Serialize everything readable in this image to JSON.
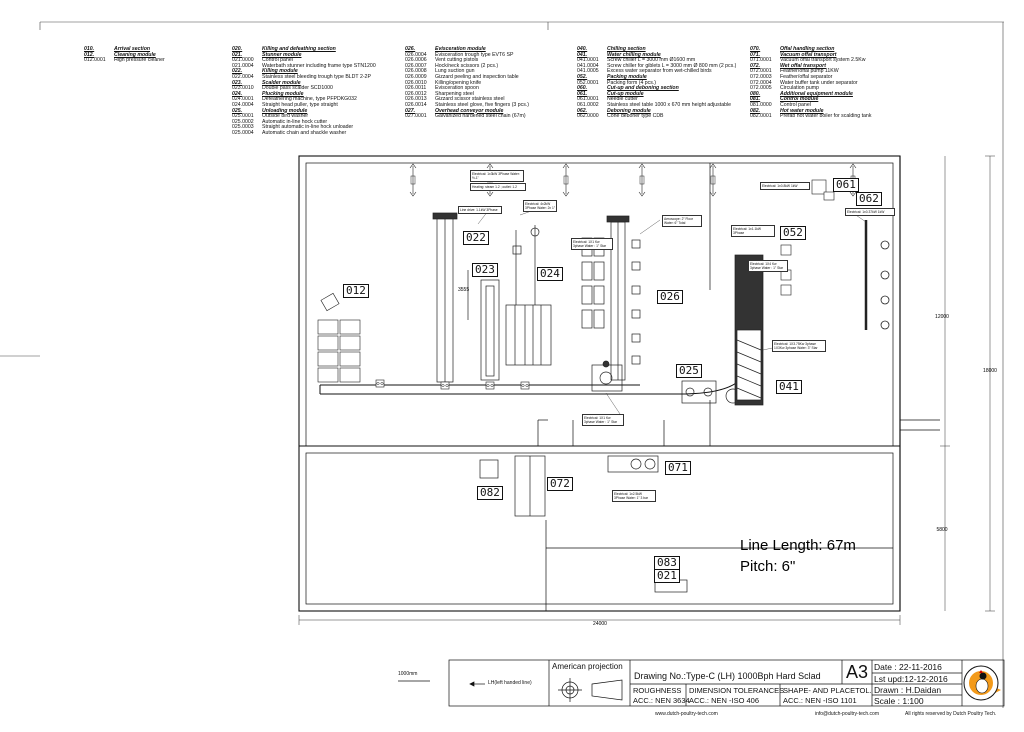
{
  "legend": [
    {
      "rows": [
        {
          "code": "010.",
          "text": "Arrival section",
          "hdr": true
        },
        {
          "code": "012.",
          "text": "Cleaning module",
          "hdr": true
        },
        {
          "code": "012.0001",
          "text": "High pressure cleaner",
          "hdr": false
        }
      ]
    },
    {
      "rows": [
        {
          "code": "020.",
          "text": "Killing and defeathing section",
          "hdr": true
        },
        {
          "code": "021.",
          "text": "Stunner module",
          "hdr": true
        },
        {
          "code": "021.0000",
          "text": "Control panel",
          "hdr": false
        },
        {
          "code": "021.0004",
          "text": "Waterbath stunner including frame type STN1200",
          "hdr": false
        },
        {
          "code": "022.",
          "text": "Killing module",
          "hdr": true
        },
        {
          "code": "022.0004",
          "text": "Stainless steel bleeding trough type BLDT 2-2P",
          "hdr": false
        },
        {
          "code": "023.",
          "text": "Scalder module",
          "hdr": true
        },
        {
          "code": "023.0010",
          "text": "Double pass scalder SCD1000",
          "hdr": false
        },
        {
          "code": "024.",
          "text": "Plucking module",
          "hdr": true
        },
        {
          "code": "024.0001",
          "text": "Defeathering machine, type PFPDKG032",
          "hdr": false
        },
        {
          "code": "024.0004",
          "text": "Straight head puller, type straight",
          "hdr": false
        },
        {
          "code": "025.",
          "text": "Unloading module",
          "hdr": true
        },
        {
          "code": "025.0001",
          "text": "Outside bird washer",
          "hdr": false
        },
        {
          "code": "025.0002",
          "text": "Automatic in-line hock cutter",
          "hdr": false
        },
        {
          "code": "025.0003",
          "text": "Straight automatic in-line hock unloader",
          "hdr": false
        },
        {
          "code": "025.0004",
          "text": "Automatic chain and shackle washer",
          "hdr": false
        }
      ]
    },
    {
      "rows": [
        {
          "code": "026.",
          "text": "Evisceration module",
          "hdr": true
        },
        {
          "code": "026.0004",
          "text": "Evisceration trough type EVT6 SP",
          "hdr": false
        },
        {
          "code": "026.0006",
          "text": "Vent cutting pistols",
          "hdr": false
        },
        {
          "code": "026.0007",
          "text": "Hock/neck scissors (2 pcs.)",
          "hdr": false
        },
        {
          "code": "026.0008",
          "text": "Lung suction gun",
          "hdr": false
        },
        {
          "code": "026.0009",
          "text": "Gizzard peeling and inspection table",
          "hdr": false
        },
        {
          "code": "026.0010",
          "text": "Killing/opening knife",
          "hdr": false
        },
        {
          "code": "026.0011",
          "text": "Evisceration spoon",
          "hdr": false
        },
        {
          "code": "026.0012",
          "text": "Sharpening steel",
          "hdr": false
        },
        {
          "code": "026.0013",
          "text": "Gizzard scissor stainless steel",
          "hdr": false
        },
        {
          "code": "026.0014",
          "text": "Stainless steel glove, five fingers (3 pcs.)",
          "hdr": false
        },
        {
          "code": "027.",
          "text": "Overhead conveyor module",
          "hdr": true
        },
        {
          "code": "027.0001",
          "text": "Galvanized hardened steel chain (67m)",
          "hdr": false
        }
      ]
    },
    {
      "rows": [
        {
          "code": "040.",
          "text": "Chilling section",
          "hdr": true
        },
        {
          "code": "041.",
          "text": "Water chilling module",
          "hdr": true
        },
        {
          "code": "041.0001",
          "text": "Screw chiller L = 3000 mm Ø1600 mm",
          "hdr": false
        },
        {
          "code": "041.0004",
          "text": "Screw chiller for giblets L = 3000 mm Ø 800 mm (2 pcs.)",
          "hdr": false
        },
        {
          "code": "041.0005",
          "text": "Excess water separator from wet-chilled birds",
          "hdr": false
        },
        {
          "code": "052.",
          "text": "Packing module",
          "hdr": true
        },
        {
          "code": "052.0001",
          "text": "Packing form (4 pcs.)",
          "hdr": false
        },
        {
          "code": "060.",
          "text": "Cut-up and deboning section",
          "hdr": true
        },
        {
          "code": "061.",
          "text": "Cut-up module",
          "hdr": true
        },
        {
          "code": "061.0001",
          "text": "Needle cutter",
          "hdr": false
        },
        {
          "code": "061.0002",
          "text": "Stainless steel table 1000 x 670 mm height adjustable",
          "hdr": false
        },
        {
          "code": "062.",
          "text": "Deboning module",
          "hdr": true
        },
        {
          "code": "062.0000",
          "text": "Cone deboner type CDB",
          "hdr": false
        }
      ]
    },
    {
      "rows": [
        {
          "code": "070.",
          "text": "Offal handling section",
          "hdr": true
        },
        {
          "code": "071.",
          "text": "Vacuum offal transport",
          "hdr": true
        },
        {
          "code": "071.0001",
          "text": "Vacuum offal transport system 2.5Kw",
          "hdr": false
        },
        {
          "code": "072.",
          "text": "Wet offal transport",
          "hdr": true
        },
        {
          "code": "072.0001",
          "text": "Feather/offal pump 11KW",
          "hdr": false
        },
        {
          "code": "072.0003",
          "text": "Feather/offal separator",
          "hdr": false
        },
        {
          "code": "072.0004",
          "text": "Water buffer tank under separator",
          "hdr": false
        },
        {
          "code": "072.0005",
          "text": "Circulation pump",
          "hdr": false
        },
        {
          "code": "080.",
          "text": "Additional equipment module",
          "hdr": true
        },
        {
          "code": "081.",
          "text": "Control module",
          "hdr": true
        },
        {
          "code": "081.0000",
          "text": "Control panel",
          "hdr": false
        },
        {
          "code": "082.",
          "text": "Hot water module",
          "hdr": true
        },
        {
          "code": "082.0001",
          "text": "Prefab hot water boiler for scalding tank",
          "hdr": false
        }
      ]
    }
  ],
  "labels": {
    "m012": "012",
    "m022": "022",
    "m023": "023",
    "m024": "024",
    "m026": "026",
    "m025": "025",
    "m041": "041",
    "m052": "052",
    "m061": "061",
    "m062": "062",
    "m082": "082",
    "m072": "072",
    "m071": "071",
    "m083": "083",
    "m021": "021"
  },
  "notes": {
    "n022": "Line drive: 1.1kW 3Phase",
    "n023a": "Electrical: 1x3kW 3Phase Water: ½-1\"",
    "n023b": "Heating: steam 1.2 ; outlet: 1.2",
    "n024": "Electrical: 4x2kW 3Phase Water: 2x 1\"",
    "n026": "Aeroscope: 2\" Floor Water: 6\" Total",
    "n026b": "Electrical: 1X1 Kw 3phase Water : 1\" Star",
    "n025": "Electrical: 1X1 Kw 3phase Water : 1\" Star",
    "n041": "Electrical: 1X3.75Kw 3phase 1X3Kw 3phase Water: 3\" Star",
    "n052": "Electrical: 1x1.1kW 3Phase",
    "n052b": "Electrical: 1X4 Kw 3phase Water : 1\" Star",
    "n061": "Electrical: 1x0.8kW 1kW",
    "n062": "Electrical: 1x0.37kW 1kW",
    "n071": "Electrical: 1x2.5kW 3Phase Water: 1\" 3 bar",
    "dim3555": "3555"
  },
  "dims": {
    "w": "24000",
    "h1": "12000",
    "h2": "18000",
    "h3": "5800"
  },
  "big": {
    "line": "Line Length: 67m",
    "pitch": "Pitch: 6\""
  },
  "title": {
    "scale_bar": "1000mm",
    "hand": "LH(left handed line)",
    "proj": "American projection",
    "drawing": "Drawing No.:Type-C (LH) 1000Bph Hard Sclad",
    "size": "A3",
    "date": "Date   : 22-11-2016",
    "upd": "Lst upd:12-12-2016",
    "drawn": "Drawn : H.Daidan",
    "scale": "Scale  : 1:100",
    "rough": "ROUGHNESS",
    "rough_acc": "ACC.: NEN 3634",
    "dim_tol": "DIMENSION TOLERANCES",
    "dim_acc": "ACC.: NEN -ISO 406",
    "shape": "SHAPE- AND PLACETOL.",
    "shape_acc": "ACC.: NEN -ISO 1101",
    "web": "www.dutch-poultry-tech.com",
    "mail": "info@dutch-poultry-tech.com",
    "rights": "All rights reserved by Dutch Poultry Tech."
  }
}
